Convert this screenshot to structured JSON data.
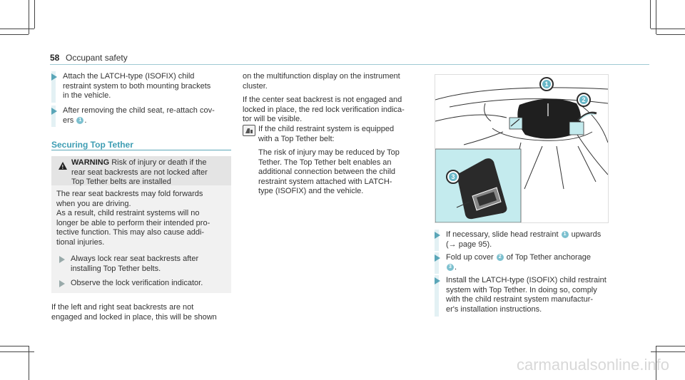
{
  "header": {
    "page_number": "58",
    "section": "Occupant safety"
  },
  "left": {
    "bullets": [
      {
        "line1": "Attach the LATCH-type (ISOFIX) child",
        "line2": "restraint system to both mounting brackets",
        "line3": "in the vehicle."
      },
      {
        "line1": "After removing the child seat, re-attach cov-",
        "line2_prefix": "ers",
        "num": "1",
        "line2_suffix": "."
      }
    ],
    "section_title": "Securing Top Tether",
    "warning": {
      "label": "WARNING",
      "head_line1": "Risk of injury or death if the",
      "head_line2": "rear seat backrests are not locked after",
      "head_line3": "Top Tether belts are installed",
      "p1_line1": "The rear seat backrests may fold forwards",
      "p1_line2": "when you are driving.",
      "p2_line1": "As a result, child restraint systems will no",
      "p2_line2": "longer be able to perform their intended pro-",
      "p2_line3": "tective function. This may also cause addi-",
      "p2_line4": "tional injuries.",
      "b1_line1": "Always lock rear seat backrests after",
      "b1_line2": "installing Top Tether belts.",
      "b2_line1": "Observe the lock verification indicator."
    },
    "after_line1": "If the left and right seat backrests are not",
    "after_line2": "engaged and locked in place, this will be shown"
  },
  "middle": {
    "l1": "on the multifunction display on the instrument",
    "l2": "cluster.",
    "l3": "If the center seat backrest is not engaged and",
    "l4": "locked in place, the red lock verification indica-",
    "l5": "tor will be visible.",
    "note_l1": "If the child restraint system is equipped",
    "note_l2": "with a Top Tether belt:",
    "note_l3": "The risk of injury may be reduced by Top",
    "note_l4": "Tether. The Top Tether belt enables an",
    "note_l5": "additional connection between the child",
    "note_l6": "restraint system attached with LATCH-",
    "note_l7": "type (ISOFIX) and the vehicle."
  },
  "figure": {
    "badges": [
      "1",
      "2",
      "3"
    ]
  },
  "right": {
    "b1_l1": "If necessary, slide head restraint",
    "b1_num": "1",
    "b1_l1b": "upwards",
    "b1_l2": "(→ page 95).",
    "b2_l1": "Fold up cover",
    "b2_num": "2",
    "b2_l1b": "of Top Tether anchorage",
    "b2_num2": "3",
    "b2_l2b": ".",
    "b3_l1": "Install the LATCH-type (ISOFIX) child restraint",
    "b3_l2": "system with Top Tether. In doing so, comply",
    "b3_l3": "with the child restraint system manufactur-",
    "b3_l4": "er's installation instructions."
  },
  "watermark": "carmanualsonline.info",
  "colors": {
    "accent": "#5aa6b8",
    "title": "#3d9db3",
    "figure_inset": "#c4ebee"
  }
}
